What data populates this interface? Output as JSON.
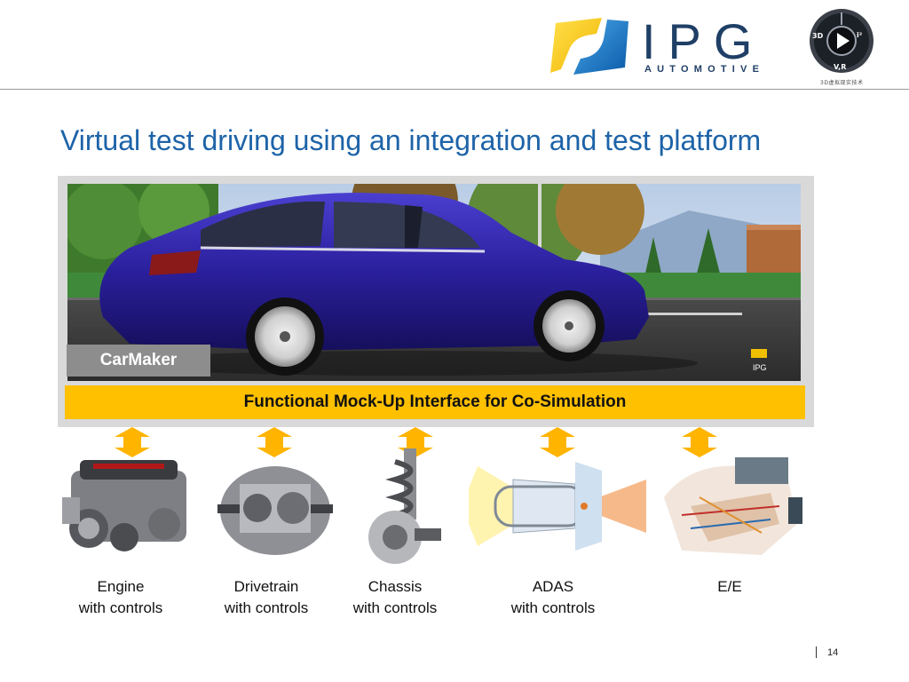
{
  "header": {
    "logo_word": "IPG",
    "logo_sub": "AUTOMOTIVE",
    "badge_left": "3D",
    "badge_right": "i²",
    "badge_bottom": "V,R",
    "badge_caption": "3D虚拟现实技术"
  },
  "slide": {
    "title": "Virtual test driving using an integration and test platform",
    "page_number": "14"
  },
  "simulation": {
    "tool_label": "CarMaker",
    "scene_logo": "IPG",
    "interface_label": "Functional Mock-Up Interface for Co-Simulation"
  },
  "components": [
    {
      "name": "Engine",
      "sub": "with controls",
      "icon": "engine-image"
    },
    {
      "name": "Drivetrain",
      "sub": "with controls",
      "icon": "drivetrain-image"
    },
    {
      "name": "Chassis",
      "sub": "with controls",
      "icon": "chassis-image"
    },
    {
      "name": "ADAS",
      "sub": "with controls",
      "icon": "adas-image"
    },
    {
      "name": "E/E",
      "sub": "",
      "icon": "ee-image"
    }
  ],
  "colors": {
    "title_blue": "#1d63a8",
    "interface_yellow": "#ffc000",
    "arrow_orange": "#ffb400",
    "car_blue": "#2a1f9c",
    "label_gray": "#8d8d8d"
  }
}
